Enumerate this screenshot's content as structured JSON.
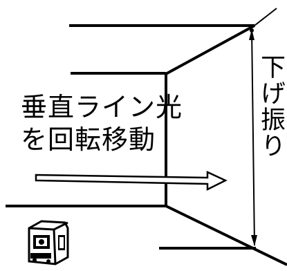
{
  "diagram": {
    "caption_line1": "垂直ライン光",
    "caption_line2": "を回転移動",
    "vertical_label": "下げ振り"
  },
  "icons": {
    "laser_device": "laser-level-device-icon",
    "plumb_bob": "plumb-bob-icon",
    "move_arrow": "right-arrow-icon"
  },
  "colors": {
    "ink": "#000000",
    "background": "#ffffff"
  }
}
